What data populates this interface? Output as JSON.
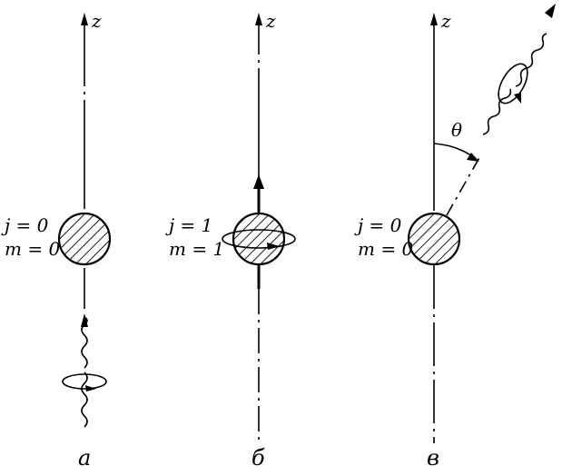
{
  "panels": [
    {
      "axis_label": "z",
      "quantum_numbers": [
        "j = 0",
        "m = 0"
      ],
      "caption": "а"
    },
    {
      "axis_label": "z",
      "quantum_numbers": [
        "j = 1",
        "m = 1"
      ],
      "caption": "б"
    },
    {
      "axis_label": "z",
      "quantum_numbers": [
        "j = 0",
        "m = 0"
      ],
      "caption": "в",
      "angle_label": "θ"
    }
  ],
  "colors": {
    "ink": "#000000",
    "paper": "#ffffff"
  }
}
